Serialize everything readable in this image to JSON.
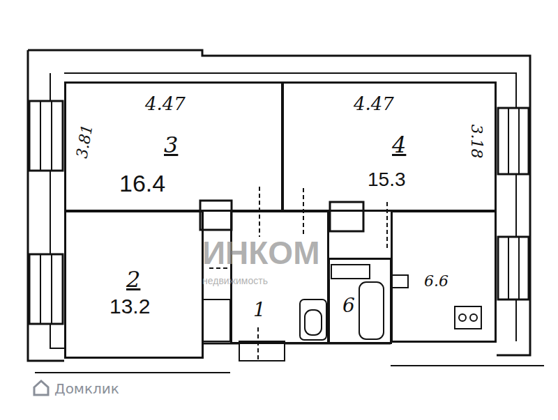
{
  "diagram": {
    "nodes": [
      {
        "text": [
          "4.47",
          "3.81",
          "3",
          "16.4"
        ]
      },
      {
        "text": [
          "4.47",
          "3.18",
          "4",
          "15.3"
        ]
      },
      {
        "text": [
          "2",
          "13.2"
        ]
      },
      {
        "text": [
          "1"
        ]
      },
      {
        "text": [
          "6"
        ]
      },
      {
        "text": [
          "6.6"
        ]
      }
    ],
    "labels": [
      "ИНКОМ",
      "недвижимость",
      "Домклик"
    ]
  }
}
